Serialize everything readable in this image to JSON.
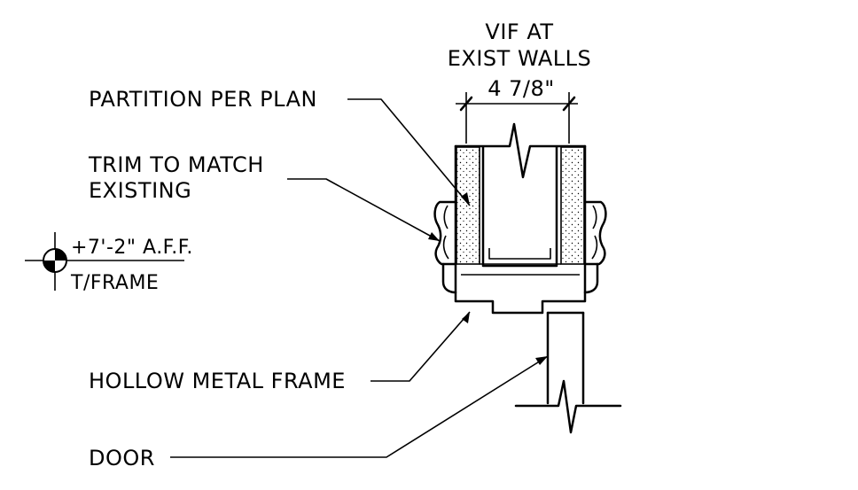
{
  "dimension": {
    "note_line1": "VIF AT",
    "note_line2": "EXIST WALLS",
    "value": "4 7/8\""
  },
  "labels": {
    "partition": "PARTITION PER PLAN",
    "trim_line1": "TRIM TO MATCH",
    "trim_line2": "EXISTING",
    "frame": "HOLLOW METAL FRAME",
    "door": "DOOR"
  },
  "elevation_marker": {
    "elevation": "+7'-2\" A.F.F.",
    "reference": "T/FRAME"
  }
}
